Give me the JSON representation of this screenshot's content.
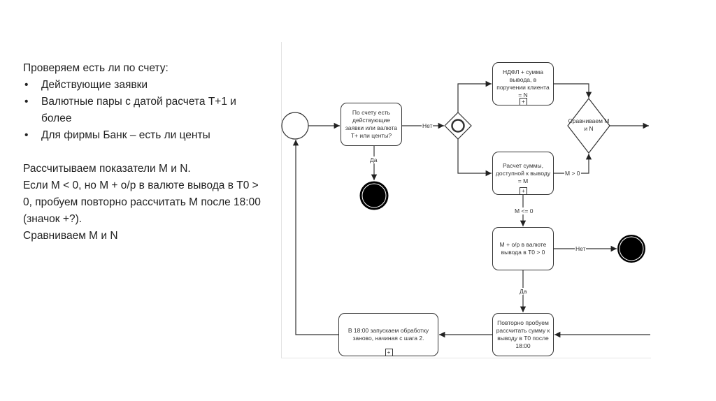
{
  "notes": {
    "intro": "Проверяем есть ли по счету:",
    "bullets": [
      "Действующие заявки",
      "Валютные пары с датой расчета Т+1 и более",
      "Для фирмы Банк – есть ли центы"
    ],
    "para": [
      "Рассчитываем показатели M и N.",
      "Если M < 0, но M + о/р в валюте вывода в Т0 > 0, пробуем повторно рассчитать M после 18:00 (значок +?).",
      "Сравниваем M и N"
    ]
  },
  "diagram": {
    "task_check": "По счету есть действующие заявки или валюта Т+ или центы?",
    "task_ndfl": "НДФЛ + сумма вывода, в поручении клиента = N",
    "task_calc": "Расчет суммы, доступной к выводу = M",
    "gateway_compare": "Сравниваем M и N",
    "task_mop": "M + о/р в валюте вывода в Т0 > 0",
    "task_retry": "Повторно пробуем рассчитать сумму к выводу в Т0 после 18:00",
    "task_restart": "В 18:00 запускаем обработку заново, начиная с шага 2.",
    "edge_no1": "Нет",
    "edge_yes1": "Да",
    "edge_m_gt": "M > 0",
    "edge_m_le": "M <= 0",
    "edge_no2": "Нет",
    "edge_yes2": "Да",
    "plus": "+"
  }
}
